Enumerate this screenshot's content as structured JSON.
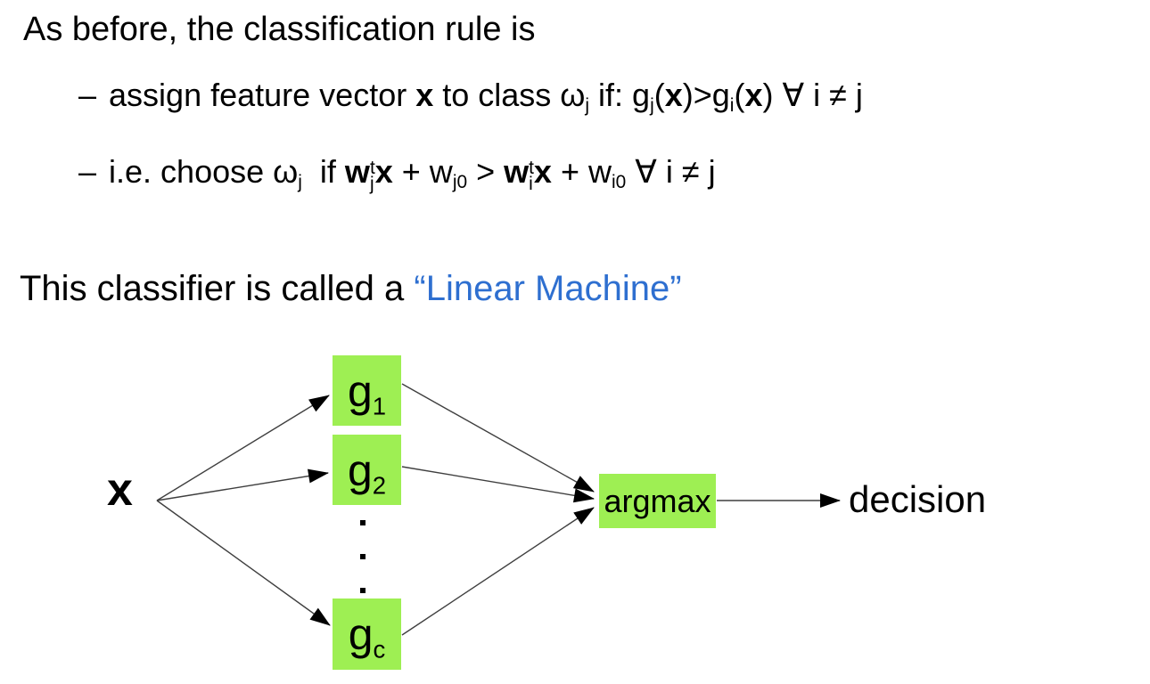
{
  "colors": {
    "accent_blue": "#2E6FD0",
    "box_green": "#9EEF53",
    "line": "#3F3F3F",
    "text": "#000000"
  },
  "title": "As before, the classification rule is",
  "bullets": [
    {
      "dash": "–",
      "segments": [
        {
          "t": "assign feature vector "
        },
        {
          "t": "x",
          "b": true
        },
        {
          "t": " to class ω"
        },
        {
          "t": "j",
          "sub": true
        },
        {
          "t": " if: g"
        },
        {
          "t": "j",
          "sub": true
        },
        {
          "t": "("
        },
        {
          "t": "x",
          "b": true
        },
        {
          "t": ")>g"
        },
        {
          "t": "i",
          "sub": true
        },
        {
          "t": "("
        },
        {
          "t": "x",
          "b": true
        },
        {
          "t": ") ∀ i ≠ j"
        }
      ]
    },
    {
      "dash": "–",
      "segments": [
        {
          "t": "i.e. choose ω"
        },
        {
          "t": "j",
          "sub": true
        },
        {
          "t": "  if "
        },
        {
          "t": "w",
          "b": true
        },
        {
          "stack": {
            "top": "t",
            "bottom": "j"
          }
        },
        {
          "t": "x",
          "b": true
        },
        {
          "t": " + w"
        },
        {
          "t": "j0",
          "sub": true
        },
        {
          "t": " > "
        },
        {
          "t": "w",
          "b": true
        },
        {
          "stack": {
            "top": "t",
            "bottom": "i"
          }
        },
        {
          "t": "x",
          "b": true
        },
        {
          "t": " + w"
        },
        {
          "t": "i0",
          "sub": true
        },
        {
          "t": " ∀ i ≠ j"
        }
      ]
    }
  ],
  "statement": {
    "segments": [
      {
        "t": "This classifier is called a "
      },
      {
        "t": "“Linear Machine”",
        "color": "accent_blue"
      }
    ]
  },
  "diagram": {
    "input_label": "x",
    "units": [
      {
        "base": "g",
        "sub": "1"
      },
      {
        "base": "g",
        "sub": "2"
      },
      {
        "base": "g",
        "sub": "c"
      }
    ],
    "ellipsis_dots": 3,
    "argmax_label": "argmax",
    "output_label": "decision"
  }
}
